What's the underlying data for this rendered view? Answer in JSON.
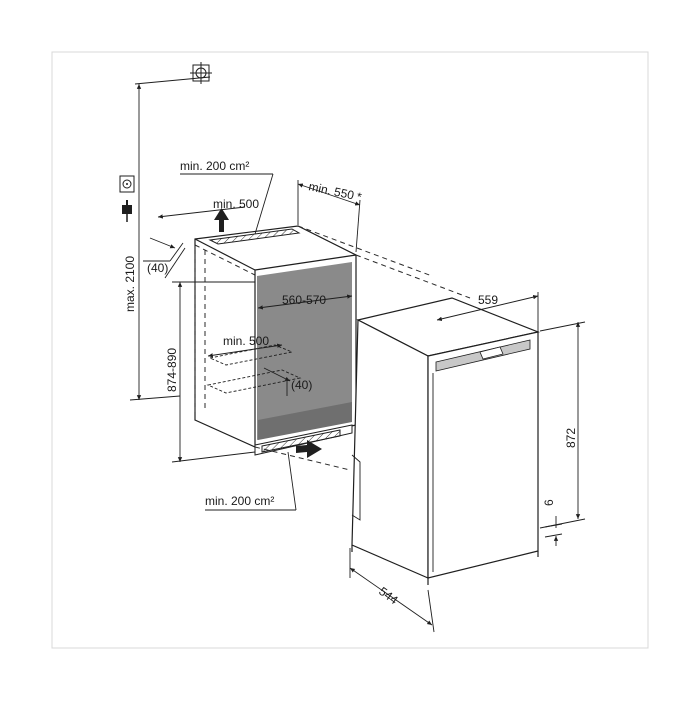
{
  "labels": {
    "vent_top_area": "min. 200 cm²",
    "vent_top_depth": "min. 500",
    "niche_depth_min": "min. 550",
    "niche_depth_note": "*",
    "offset_left": "(40)",
    "max_height": "max. 2100",
    "niche_height": "874-890",
    "niche_width": "560-570",
    "vent_bottom_depth": "min. 500",
    "offset_bottom": "(40)",
    "vent_bottom_area": "min. 200 cm²",
    "appliance_width": "559",
    "appliance_height": "872",
    "appliance_depth": "544",
    "foot_height": "6"
  },
  "icons": [
    "ceiling-light-icon",
    "socket-icon",
    "plug-icon"
  ]
}
